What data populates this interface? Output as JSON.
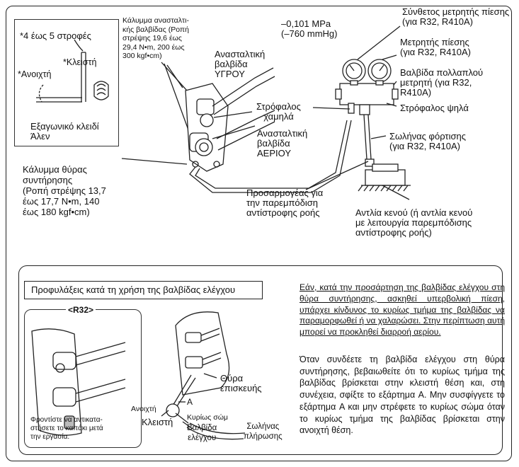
{
  "inset": {
    "turns": "*4 έως 5 στροφές",
    "closed": "*Κλειστή",
    "open": "*Ανοιχτή",
    "allen_key": "Εξαγωνικό κλειδί\nΆλεν"
  },
  "labels": {
    "stop_valve_cap": "Κάλυμμα ανασταλτι-\nκής βαλβίδας (Ροπή\nστρέψης 19,6 έως\n29,4 N•m, 200 έως\n300 kgf•cm)",
    "liquid_valve": "Ανασταλτική\nβαλβίδα\nΥΓΡΟΥ",
    "gas_valve": "Ανασταλτική\nβαλβίδα\nΑΕΡΙΟΥ",
    "service_port_cap": "Κάλυμμα θύρας\nσυντήρησης\n(Ροπή στρέψης 13,7\nέως 17,7 N•m, 140\nέως 180 kgf•cm)",
    "vacuum_reading": "–0,101 MPa\n(–760 mmHg)",
    "compound_gauge": "Σύνθετος μετρητής πίεσης\n(για R32, R410A)",
    "pressure_gauge": "Μετρητής πίεσης\n(για R32, R410A)",
    "manifold_valve": "Βαλβίδα πολλαπλού\nμετρητή (για R32,\nR410A)",
    "low_handle": "Στρόφαλος\nχαμηλά",
    "high_handle": "Στρόφαλος ψηλά",
    "charge_hose": "Σωλήνας φόρτισης\n(για R32, R410A)",
    "backflow_adapter": "Προσαρμογέας για\nτην παρεμπόδιση\nαντίστροφης ροής",
    "vacuum_pump": "Αντλία κενού (ή αντλία κενού\nμε λειτουργία παρεμπόδισης\nαντίστροφης ροής)"
  },
  "precautions": {
    "title": "Προφυλάξεις κατά τη χρήση της βαλβίδας ελέγχου",
    "r32_tag": "<R32>",
    "replace_cap": "Φροντίστε να αντικατα-\nστήσετε το καπάκι μετά\nτην εργασία.",
    "service_port": "Θύρα\nεπισκευής",
    "fitting_a": "A",
    "open": "Ανοιχτή",
    "closed": "Κλειστή",
    "main_body": "Κυρίως σώμ",
    "check_valve": "Βαλβίδα\nελέγχου",
    "charge_hose": "Σωλήνας\nπλήρωσης",
    "warning": "Εάν, κατά την προσάρτηση της βαλβίδας ελέγχου στη θύρα συντήρησης, ασκηθεί υπερβολική πίεση, υπάρχει κίνδυνος το κυρίως τμήμα της βαλβίδας να παραμορφωθεί ή να χαλαρώσει. Στην περίπτωση αυτή μπορεί να προκληθεί διαρροή αερίου.",
    "instruction": "Όταν συνδέετε τη βαλβίδα ελέγχου στη θύρα συντήρησης, βεβαιωθείτε ότι το κυρίως τμήμα της βαλβίδας βρίσκεται στην κλειστή θέση και, στη συνέχεια, σφίξτε το εξάρτημα A. Μην συσφίγγετε το εξάρτημα A και μην στρέφετε το κυρίως σώμα όταν το κυρίως τμήμα της βαλβίδας βρίσκεται στην ανοιχτή θέση."
  }
}
